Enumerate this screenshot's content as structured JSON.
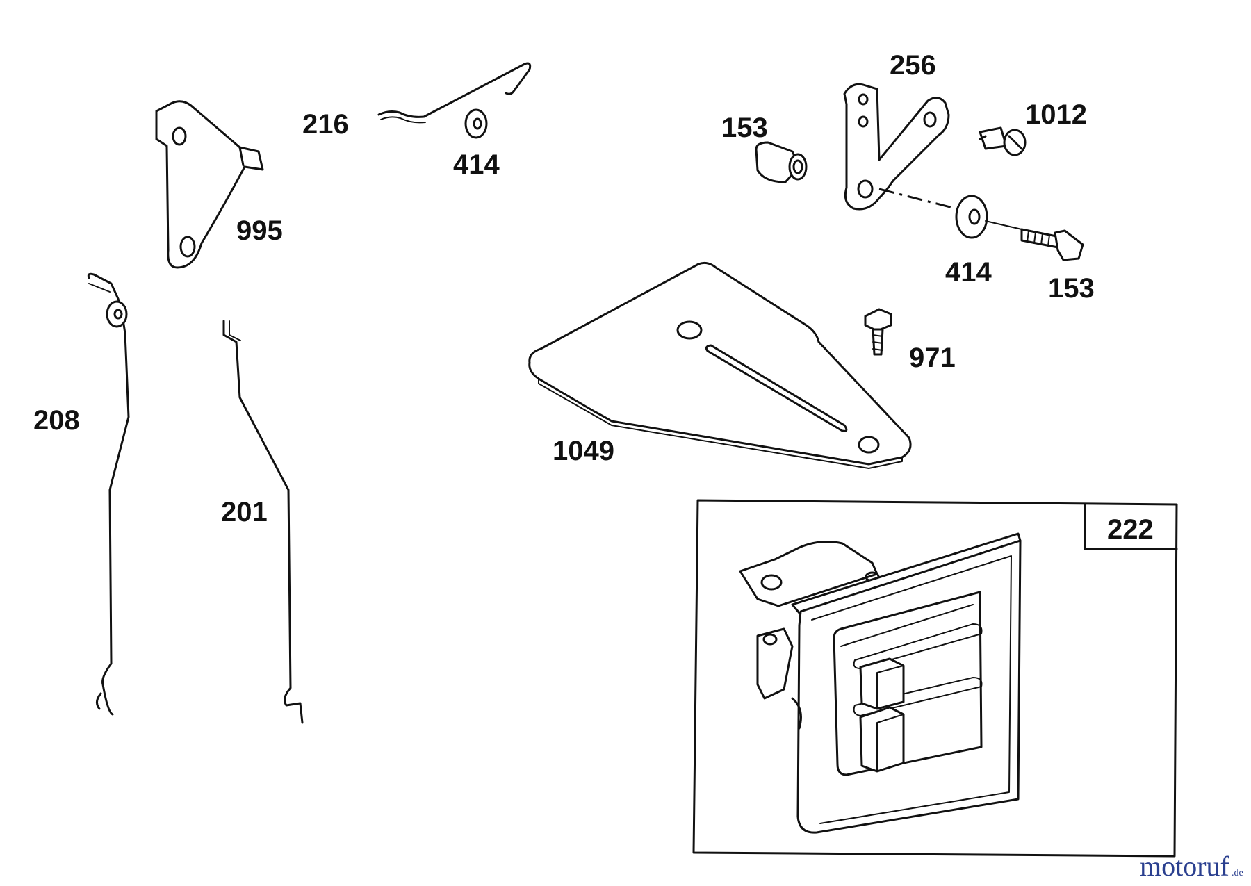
{
  "labels": {
    "l216": "216",
    "l414a": "414",
    "l995": "995",
    "l256": "256",
    "l153a": "153",
    "l1012": "1012",
    "l414b": "414",
    "l153b": "153",
    "l971": "971",
    "l208": "208",
    "l201": "201",
    "l1049": "1049",
    "l222": "222"
  },
  "watermark": {
    "main": "motoruf",
    "suffix": ".de"
  },
  "colors": {
    "line": "#111111",
    "watermark": "#2a3f8f"
  }
}
